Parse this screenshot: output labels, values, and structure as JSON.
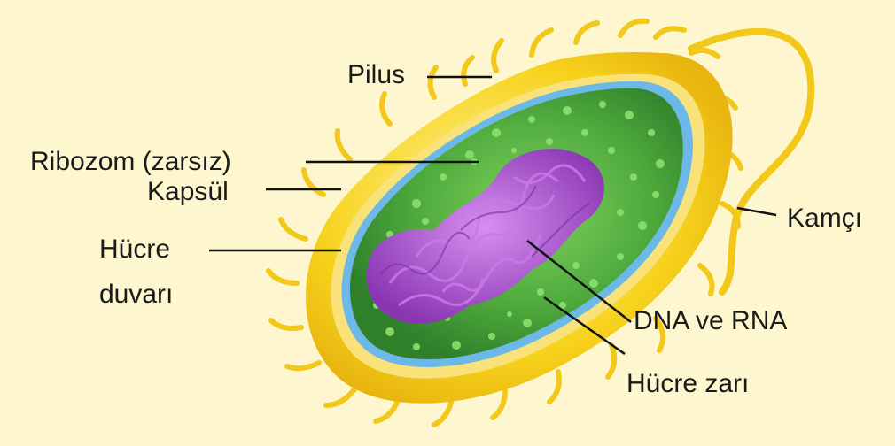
{
  "labels": {
    "pilus": "Pilus",
    "ribozom": "Ribozom (zarsız)",
    "kapsul": "Kapsül",
    "hucre_duvari_line1": "Hücre",
    "hucre_duvari_line2": "duvarı",
    "kamci": "Kamçı",
    "dna_rna": "DNA ve RNA",
    "hucre_zari": "Hücre zarı"
  },
  "colors": {
    "background": "#fdf6cf",
    "capsule": "#f5cf17",
    "cell_wall": "#f7dc6a",
    "membrane": "#6cb8e6",
    "cytoplasm": "#45a33a",
    "nucleoid": "#a24ec4",
    "leader_line": "#111111"
  }
}
